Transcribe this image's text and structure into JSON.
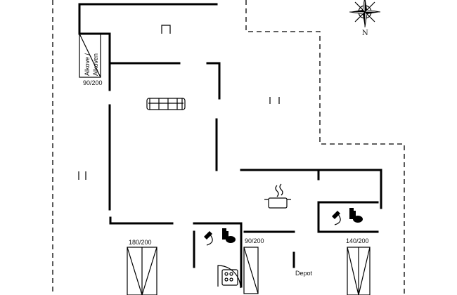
{
  "labels": {
    "alcove_line1": "Alkove /",
    "alcove_line2": "Alkoven",
    "bed_alcove": "90/200",
    "bed_double": "180/200",
    "bed_single_mid": "90/200",
    "bed_single_right": "140/200",
    "depot": "Depot",
    "north": "N"
  },
  "icons": [
    "compass-rose-icon",
    "sofa-icon",
    "cooking-pot-icon",
    "shower-icon",
    "toilet-icon",
    "jacuzzi-icon",
    "window-icon"
  ]
}
